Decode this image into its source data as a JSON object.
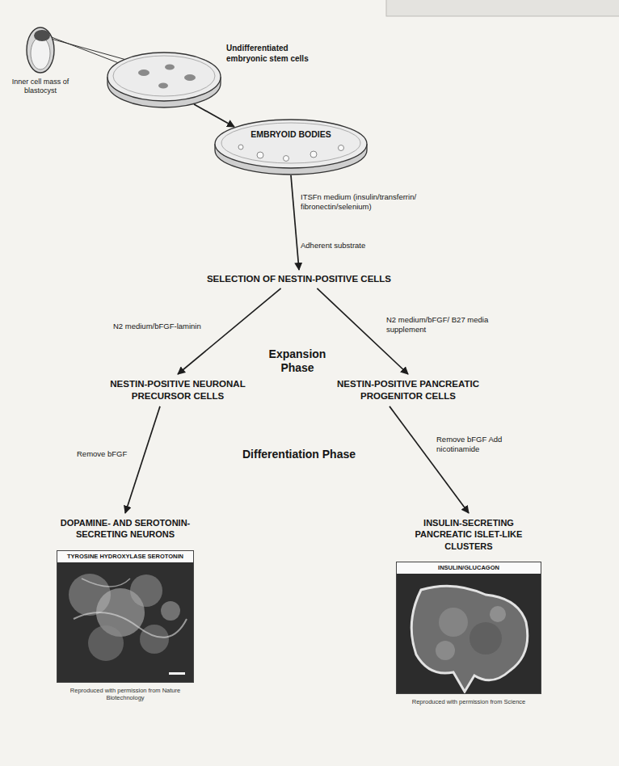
{
  "diagram": {
    "nodes": [
      {
        "text": [
          "Inner cell mass of blastocyst"
        ]
      },
      {
        "text": [
          "Undifferentiated embryonic stem cells"
        ]
      },
      {
        "text": [
          "EMBRYOID BODIES"
        ]
      },
      {
        "text": [
          "SELECTION OF NESTIN-POSITIVE CELLS"
        ]
      },
      {
        "text": [
          "NESTIN-POSITIVE NEURONAL PRECURSOR CELLS"
        ]
      },
      {
        "text": [
          "NESTIN-POSITIVE PANCREATIC PROGENITOR CELLS"
        ]
      },
      {
        "text": [
          "DOPAMINE- AND SEROTONIN-SECRETING NEURONS",
          "TYROSINE HYDROXYLASE SEROTONIN",
          "Reproduced with permission from Nature Biotechnology"
        ]
      },
      {
        "text": [
          "INSULIN-SECRETING PANCREATIC ISLET-LIKE CLUSTERS",
          "INSULIN/GLUCAGON",
          "Reproduced with permission from Science"
        ]
      }
    ],
    "edges": [
      {
        "from": 0,
        "to": 1,
        "arrow": "none"
      },
      {
        "from": 1,
        "to": 2,
        "arrow": "to"
      },
      {
        "from": 2,
        "to": 3,
        "label": "ITSFn medium (insulin/transferrin/ fibronectin/selenium)",
        "arrow": "to"
      },
      {
        "from": 3,
        "to": 4,
        "label": "N2 medium/bFGF-laminin",
        "arrow": "to"
      },
      {
        "from": 3,
        "to": 5,
        "label": "N2 medium/bFGF/ B27 media supplement",
        "arrow": "to"
      },
      {
        "from": 4,
        "to": 6,
        "label": "Remove bFGF",
        "arrow": "to"
      },
      {
        "from": 5,
        "to": 7,
        "label": "Remove bFGF Add nicotinamide",
        "arrow": "to"
      }
    ],
    "labels": [
      "Adherent substrate",
      "Expansion Phase",
      "Differentiation Phase"
    ]
  }
}
